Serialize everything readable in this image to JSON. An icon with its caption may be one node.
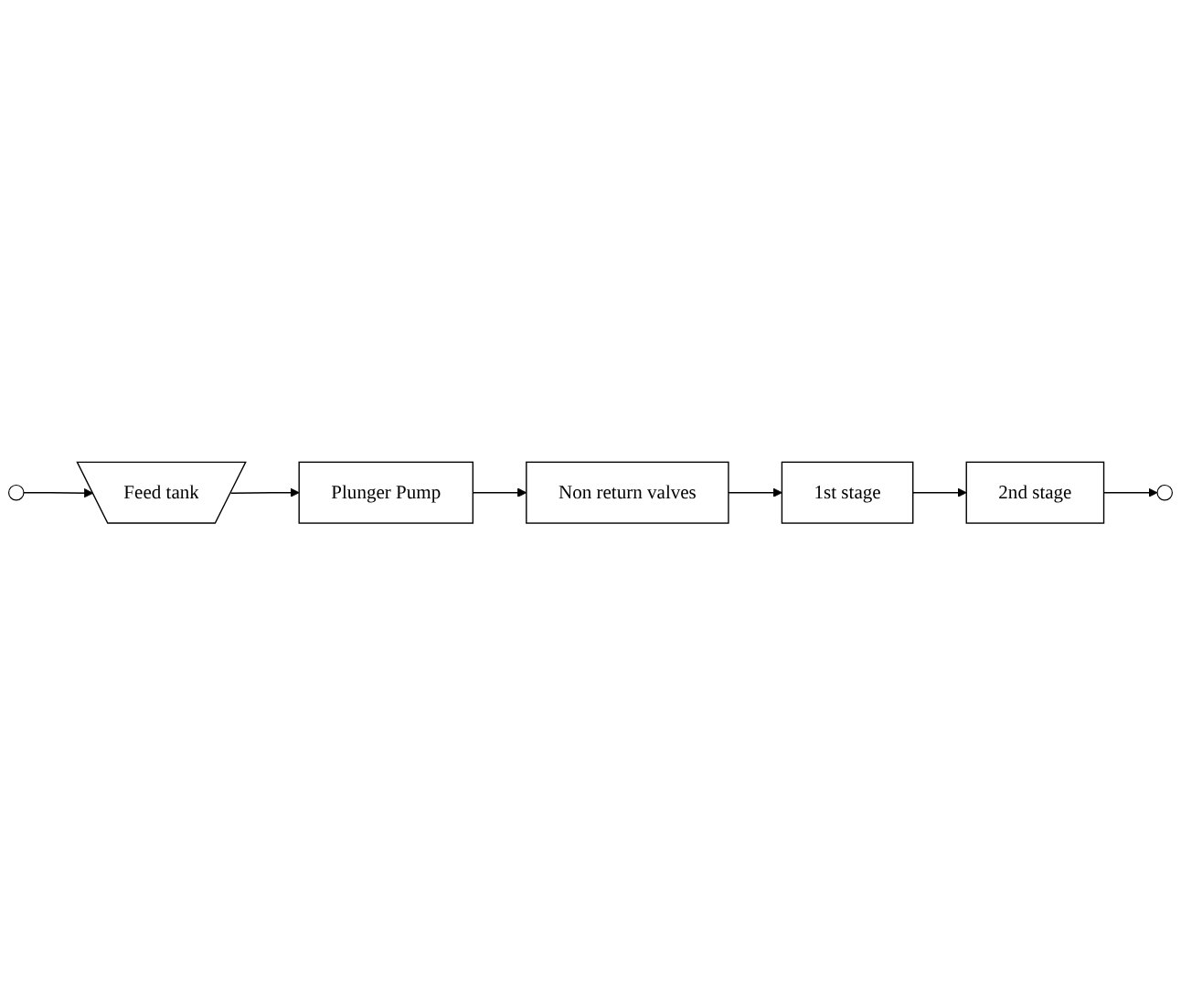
{
  "diagram": {
    "nodes": [
      {
        "text": [
          "Feed tank"
        ]
      },
      {
        "text": [
          "Plunger Pump"
        ]
      },
      {
        "text": [
          "Non return valves"
        ]
      },
      {
        "text": [
          "1st stage"
        ]
      },
      {
        "text": [
          "2nd stage"
        ]
      }
    ],
    "edges": [
      {
        "from": null,
        "to": 0,
        "arrow": "to"
      },
      {
        "from": 0,
        "to": 1,
        "arrow": "to"
      },
      {
        "from": 1,
        "to": 2,
        "arrow": "to"
      },
      {
        "from": 2,
        "to": 3,
        "arrow": "to"
      },
      {
        "from": 3,
        "to": 4,
        "arrow": "to"
      },
      {
        "from": 4,
        "to": null,
        "arrow": "to"
      }
    ]
  }
}
